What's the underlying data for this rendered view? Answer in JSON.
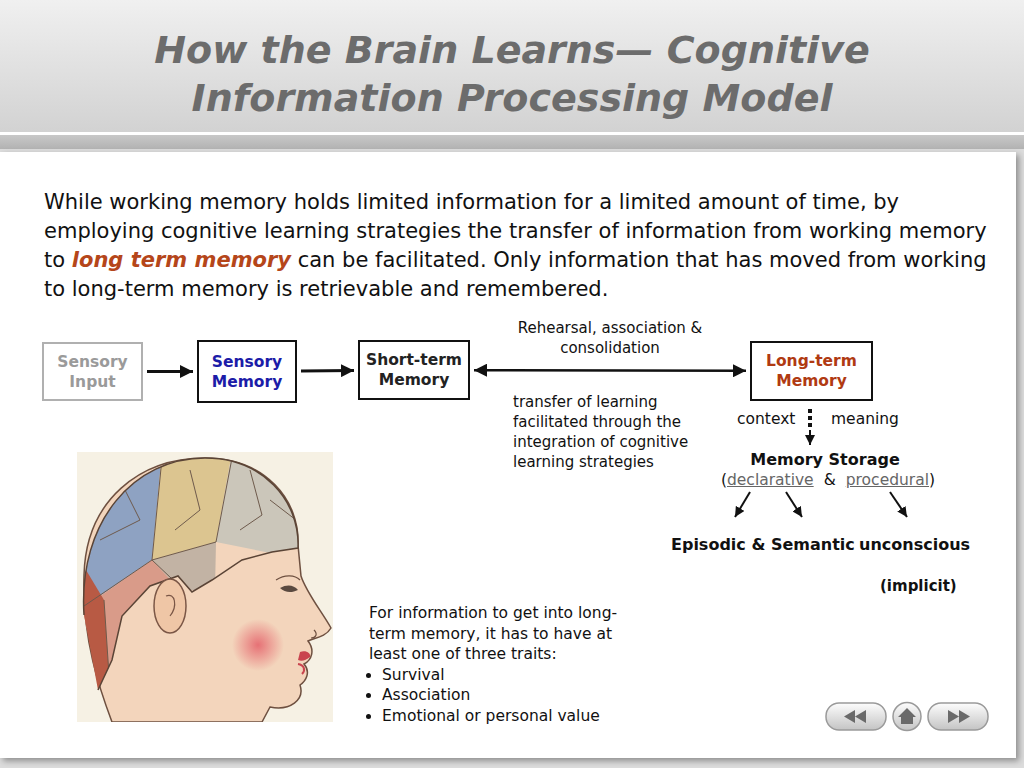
{
  "diagram": {
    "title": "How the Brain Learns— Cognitive Information Processing Model",
    "nodes": [
      {
        "text": [
          "Sensory Input"
        ]
      },
      {
        "text": [
          "Sensory Memory"
        ]
      },
      {
        "text": [
          "Short-term Memory"
        ]
      },
      {
        "text": [
          "Long-term Memory"
        ]
      }
    ],
    "edges": [
      {
        "from": 0,
        "to": 1,
        "arrow": "to"
      },
      {
        "from": 1,
        "to": 2,
        "arrow": "to"
      },
      {
        "from": 2,
        "to": 3,
        "label": "Rehearsal, association & consolidation",
        "arrow": "both"
      }
    ],
    "labels": [
      "While working memory holds limited information for a limited amount of time, by employing cognitive learning strategies the transfer of information from working memory to",
      "long term memory",
      "can be facilitated. Only information that has moved from working to long-term memory is retrievable and remembered.",
      "transfer of learning facilitated through the integration of cognitive learning strategies",
      "context",
      "meaning",
      "Memory Storage",
      "(",
      "declarative",
      "&",
      "procedural",
      ")",
      "Episodic & Semantic",
      "unconscious",
      "(implicit)",
      "For information to get into long-term memory, it has to have at least one of three traits:",
      "Survival",
      "Association",
      "Emotional or personal value"
    ]
  }
}
